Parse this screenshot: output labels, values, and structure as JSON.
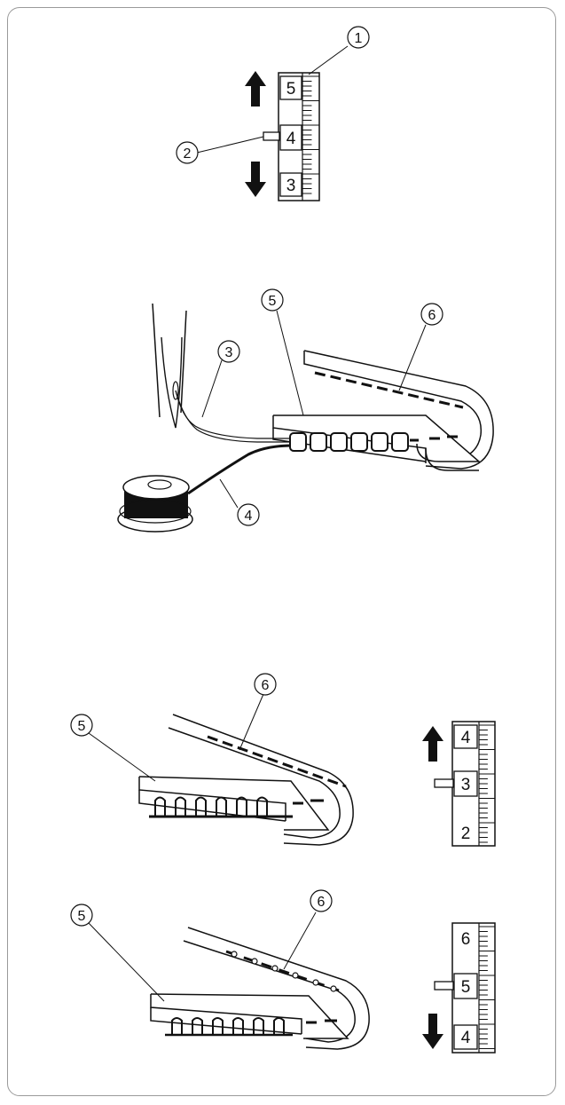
{
  "figure": {
    "callouts": {
      "c1": "1",
      "c2": "2",
      "c3": "3",
      "c4": "4",
      "c5": "5",
      "c6": "6"
    },
    "dial_top": {
      "upper": "5",
      "middle": "4",
      "lower": "3",
      "arrows": [
        "arrow-up-icon",
        "arrow-down-icon"
      ]
    },
    "dial_middle": {
      "upper": "4",
      "middle": "3",
      "lower": "2",
      "arrows": [
        "arrow-up-icon"
      ]
    },
    "dial_bottom": {
      "upper": "6",
      "middle": "5",
      "lower": "4",
      "arrows": [
        "arrow-down-icon"
      ]
    },
    "colors": {
      "line": "#111111",
      "frame": "#9a9a9a",
      "fabric": "#ffffff",
      "thread_lower": "#111111"
    }
  }
}
